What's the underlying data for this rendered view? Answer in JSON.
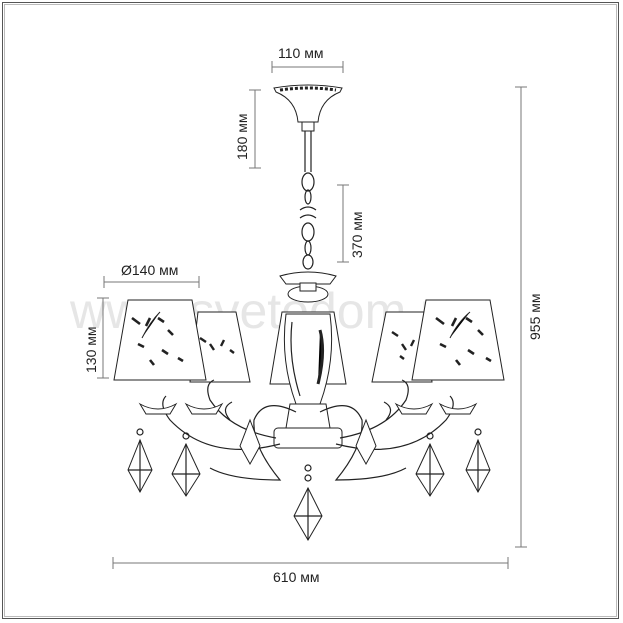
{
  "watermark": "www.svetodom.ru",
  "dimensions": {
    "canopy_width": "110 мм",
    "canopy_height": "180 мм",
    "chain_length": "370 мм",
    "shade_diameter": "Ø140 мм",
    "shade_height": "130 мм",
    "total_height": "955 мм",
    "total_width": "610 мм"
  },
  "colors": {
    "ink": "#222222",
    "dimension_line": "#777777",
    "watermark": "#c8c8c8"
  }
}
